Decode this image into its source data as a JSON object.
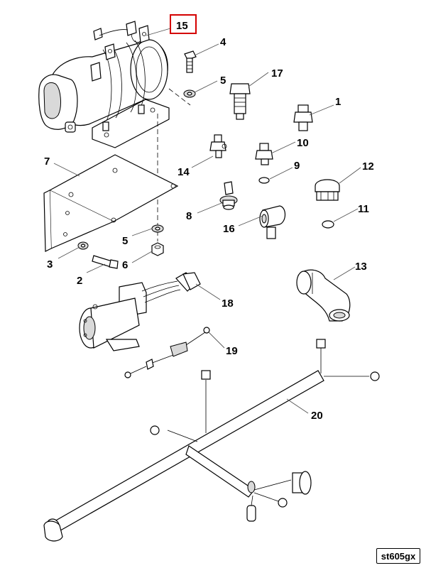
{
  "callouts": {
    "c1": "1",
    "c2": "2",
    "c3": "3",
    "c4": "4",
    "c5a": "5",
    "c5b": "5",
    "c6": "6",
    "c7": "7",
    "c8": "8",
    "c9": "9",
    "c10": "10",
    "c11": "11",
    "c12": "12",
    "c13": "13",
    "c14": "14",
    "c15": "15",
    "c16": "16",
    "c17": "17",
    "c18": "18",
    "c19": "19",
    "c20": "20"
  },
  "highlighted_callout": "15",
  "highlight_color": "#d40000",
  "reference_code": "st605gx"
}
